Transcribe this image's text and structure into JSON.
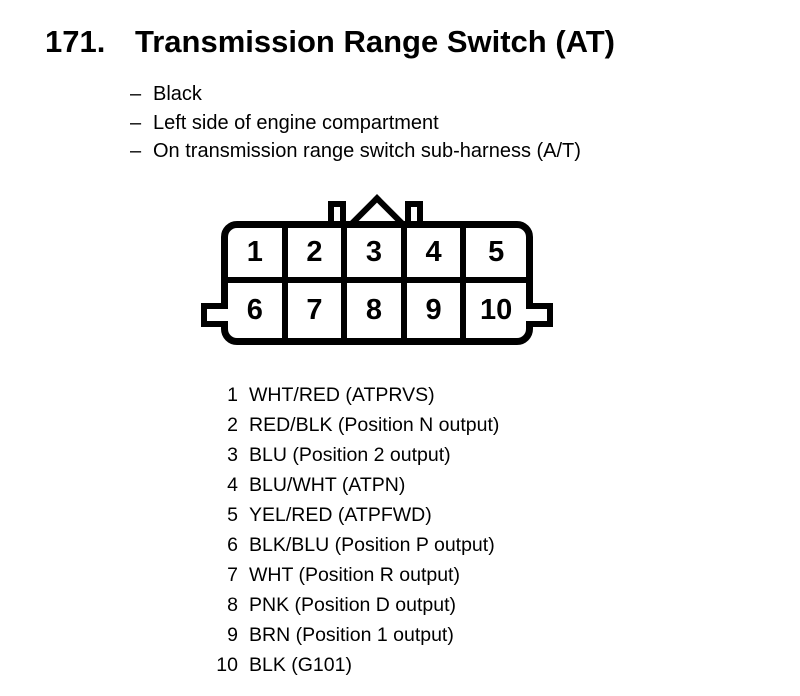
{
  "page": {
    "title_number": "171.",
    "title_text": "Transmission Range Switch (AT)",
    "note_marker": "–",
    "notes": [
      "Black",
      "Left side of engine compartment",
      "On transmission range switch sub-harness (A/T)"
    ]
  },
  "pins": [
    {
      "num": "1",
      "desc": "WHT/RED (ATPRVS)"
    },
    {
      "num": "2",
      "desc": "RED/BLK (Position N output)"
    },
    {
      "num": "3",
      "desc": "BLU (Position 2 output)"
    },
    {
      "num": "4",
      "desc": "BLU/WHT (ATPN)"
    },
    {
      "num": "5",
      "desc": "YEL/RED (ATPFWD)"
    },
    {
      "num": "6",
      "desc": "BLK/BLU (Position P output)"
    },
    {
      "num": "7",
      "desc": "WHT (Position R output)"
    },
    {
      "num": "8",
      "desc": "PNK (Position D output)"
    },
    {
      "num": "9",
      "desc": "BRN (Position 1 output)"
    },
    {
      "num": "10",
      "desc": "BLK (G101)"
    }
  ],
  "colors": {
    "ink": "#000000",
    "paper": "#ffffff"
  }
}
